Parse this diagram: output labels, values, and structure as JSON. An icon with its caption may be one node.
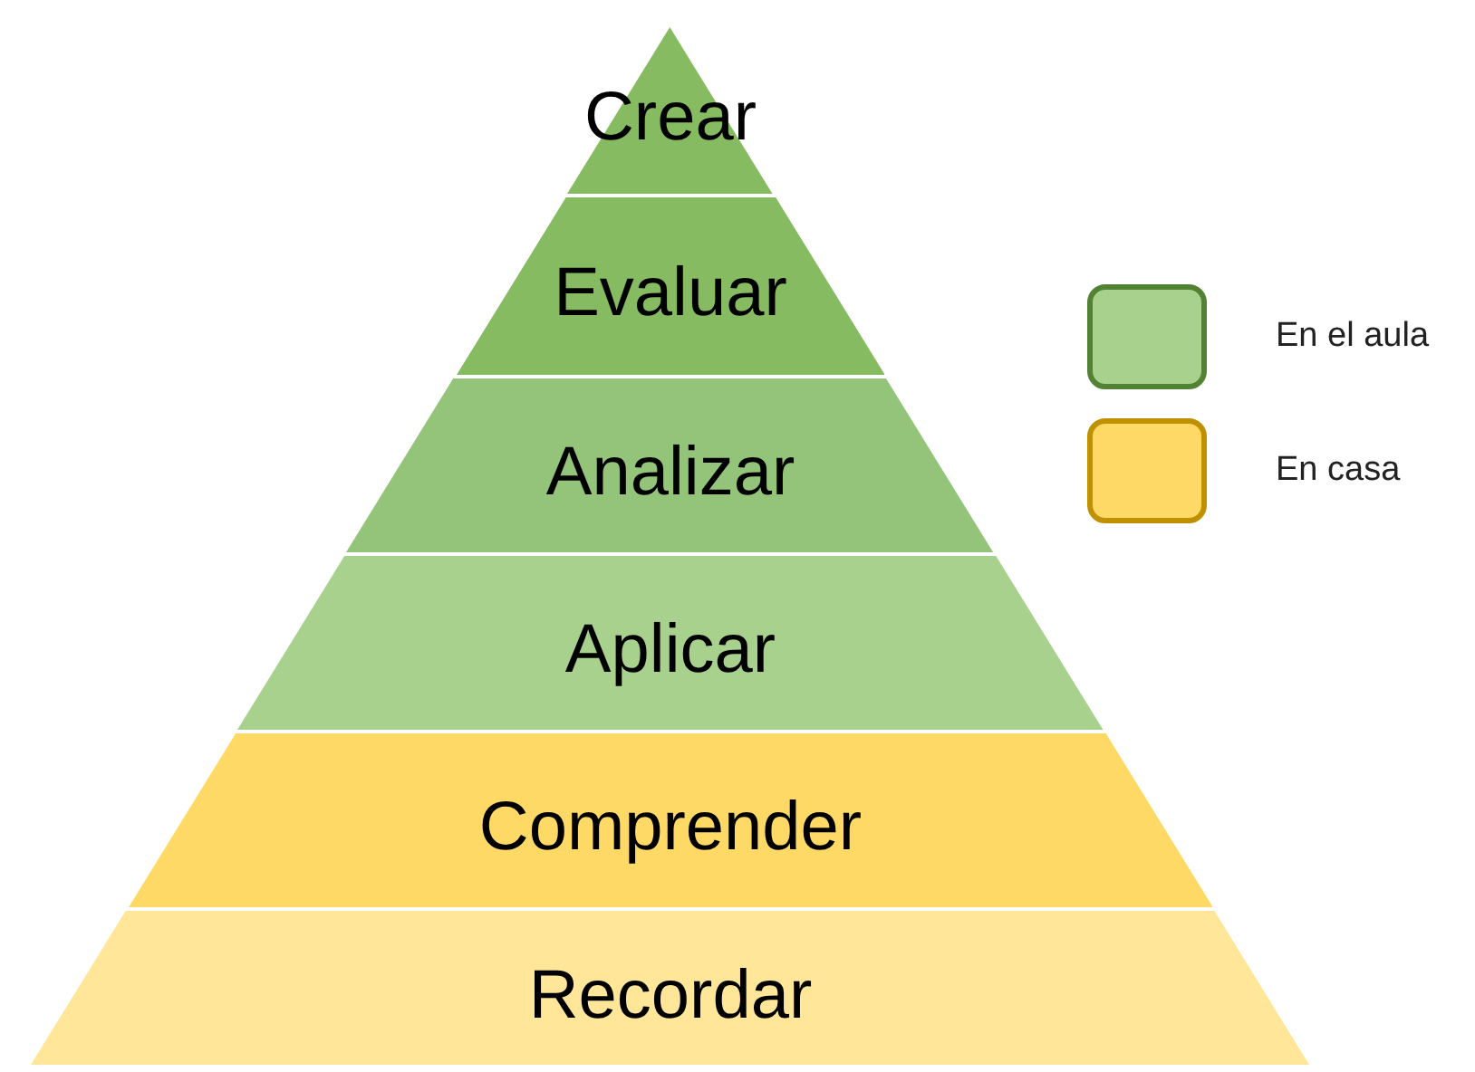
{
  "diagram": {
    "nodes": [
      {
        "text": [
          "Crear"
        ]
      },
      {
        "text": [
          "Evaluar"
        ]
      },
      {
        "text": [
          "Analizar"
        ]
      },
      {
        "text": [
          "Aplicar"
        ]
      },
      {
        "text": [
          "Comprender"
        ]
      },
      {
        "text": [
          "Recordar"
        ]
      }
    ],
    "legend": [
      {
        "text": "En el aula",
        "color": "#a9d18e"
      },
      {
        "text": "En casa",
        "color": "#ffd966"
      }
    ]
  }
}
